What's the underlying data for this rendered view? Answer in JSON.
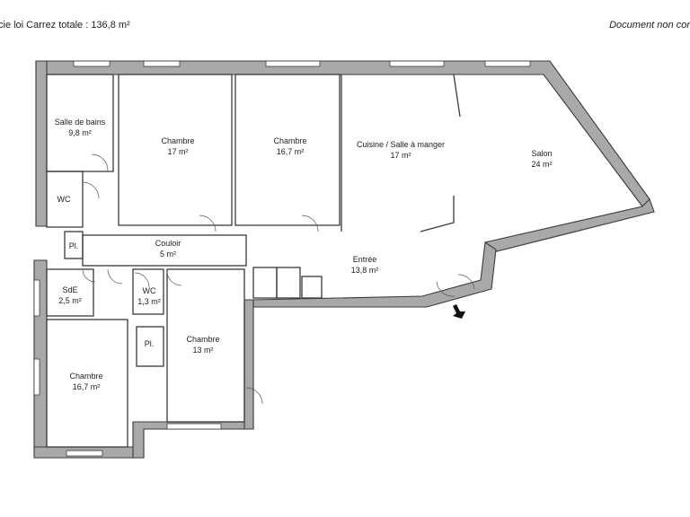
{
  "header": {
    "left_text": "cie loi Carrez totale :  136,8 m²",
    "right_text": "Document non cor"
  },
  "rooms": [
    {
      "name": "Salle de bains",
      "area": "9,8 m²"
    },
    {
      "name": "WC",
      "area": ""
    },
    {
      "name": "Chambre",
      "area": "17 m²"
    },
    {
      "name": "Chambre",
      "area": "16,7 m²"
    },
    {
      "name": "Cuisine / Salle à manger",
      "area": "17 m²"
    },
    {
      "name": "Salon",
      "area": "24 m²"
    },
    {
      "name": "Pl.",
      "area": ""
    },
    {
      "name": "Couloir",
      "area": "5 m²"
    },
    {
      "name": "Entrée",
      "area": "13,8 m²"
    },
    {
      "name": "SdE",
      "area": "2,5 m²"
    },
    {
      "name": "WC",
      "area": "1,3 m²"
    },
    {
      "name": "Chambre",
      "area": "13 m²"
    },
    {
      "name": "Pl.",
      "area": ""
    },
    {
      "name": "Chambre",
      "area": "16,7 m²"
    }
  ]
}
